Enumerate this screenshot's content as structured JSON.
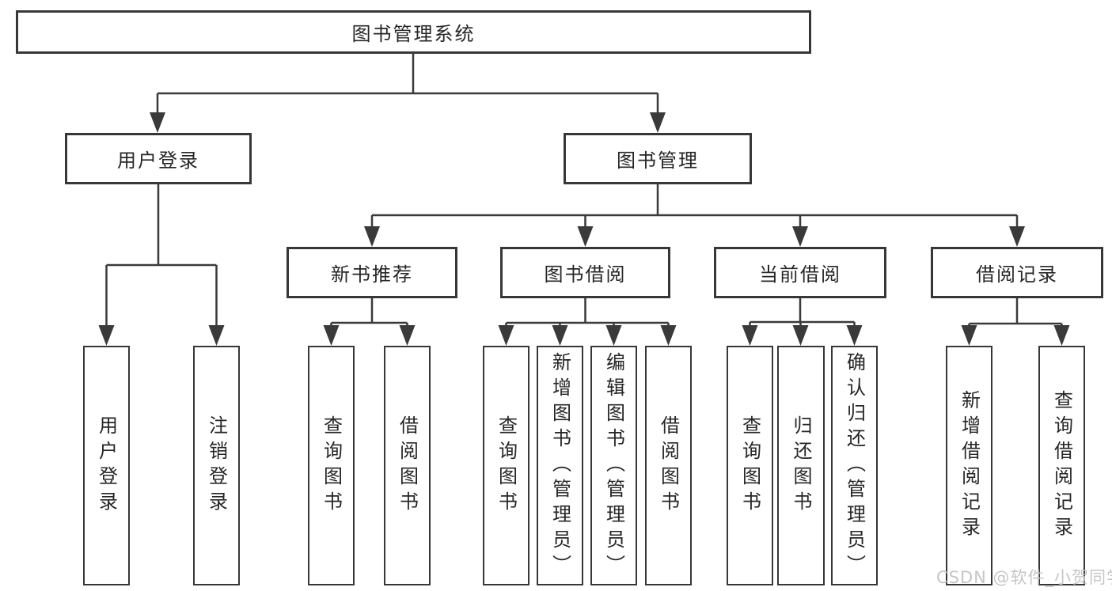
{
  "diagram_title": "图书管理系统",
  "nodes": {
    "root": "图书管理系统",
    "l2": [
      "用户登录",
      "图书管理"
    ],
    "l3": [
      "新书推荐",
      "图书借阅",
      "当前借阅",
      "借阅记录"
    ],
    "leaves": [
      "用户登录",
      "注销登录",
      "查询图书",
      "借阅图书",
      "查询图书",
      "新增图书（管理员）",
      "编辑图书（管理员）",
      "借阅图书",
      "查询图书",
      "归还图书",
      "确认归还（管理员）",
      "新增借阅记录",
      "查询借阅记录"
    ]
  },
  "hierarchy": {
    "图书管理系统": [
      "用户登录",
      "图书管理"
    ],
    "用户登录": [
      "用户登录",
      "注销登录"
    ],
    "图书管理": [
      "新书推荐",
      "图书借阅",
      "当前借阅",
      "借阅记录"
    ],
    "新书推荐": [
      "查询图书",
      "借阅图书"
    ],
    "图书借阅": [
      "查询图书",
      "新增图书（管理员）",
      "编辑图书（管理员）",
      "借阅图书"
    ],
    "当前借阅": [
      "查询图书",
      "归还图书",
      "确认归还（管理员）"
    ],
    "借阅记录": [
      "新增借阅记录",
      "查询借阅记录"
    ]
  },
  "watermark": "CSDN @软件_小贺同学",
  "colors": {
    "line": "#3a3a3a",
    "box_border": "#373737",
    "text": "#262626",
    "watermark": "#c6c6c6",
    "background": "#ffffff"
  }
}
